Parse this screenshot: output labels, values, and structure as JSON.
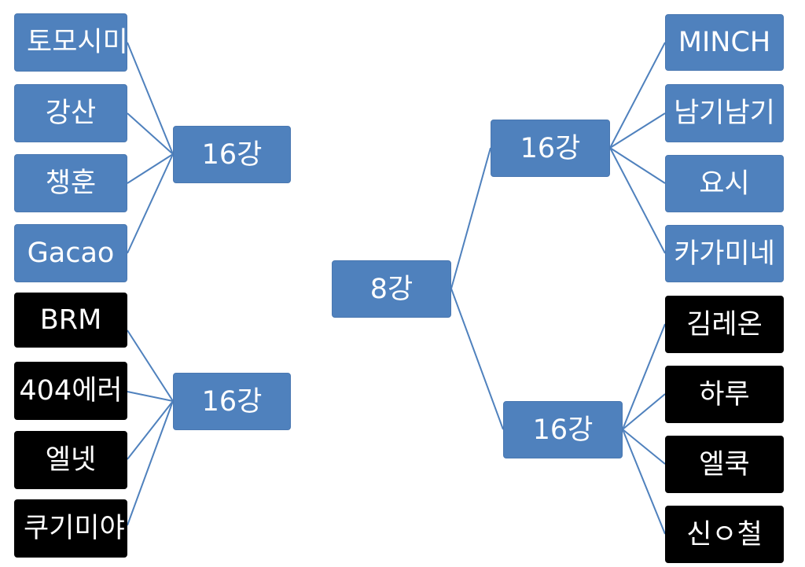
{
  "colors": {
    "box_blue": "#4f81bd",
    "box_black": "#000000",
    "text": "#ffffff",
    "connector": "#4f81bd"
  },
  "bracket": {
    "root": {
      "label": "8강",
      "style": "blue"
    },
    "left_top": {
      "hub": {
        "label": "16강",
        "style": "blue"
      },
      "teams": [
        {
          "label": "토모시미",
          "style": "blue"
        },
        {
          "label": "강산",
          "style": "blue"
        },
        {
          "label": "챙훈",
          "style": "blue"
        },
        {
          "label": "Gacao",
          "style": "blue"
        }
      ]
    },
    "left_bottom": {
      "hub": {
        "label": "16강",
        "style": "blue"
      },
      "teams": [
        {
          "label": "BRM",
          "style": "black"
        },
        {
          "label": "404에러",
          "style": "black"
        },
        {
          "label": "엘넷",
          "style": "black"
        },
        {
          "label": "쿠기미야리",
          "style": "black"
        }
      ]
    },
    "right_top": {
      "hub": {
        "label": "16강",
        "style": "blue"
      },
      "teams": [
        {
          "label": "MINCH",
          "style": "blue"
        },
        {
          "label": "남기남기",
          "style": "blue"
        },
        {
          "label": "요시",
          "style": "blue"
        },
        {
          "label": "카가미네",
          "style": "blue"
        }
      ]
    },
    "right_bottom": {
      "hub": {
        "label": "16강",
        "style": "blue"
      },
      "teams": [
        {
          "label": "김레온",
          "style": "black"
        },
        {
          "label": "하루",
          "style": "black"
        },
        {
          "label": "엘쿡",
          "style": "black"
        },
        {
          "label": "신ㅇ철",
          "style": "black"
        }
      ]
    }
  }
}
